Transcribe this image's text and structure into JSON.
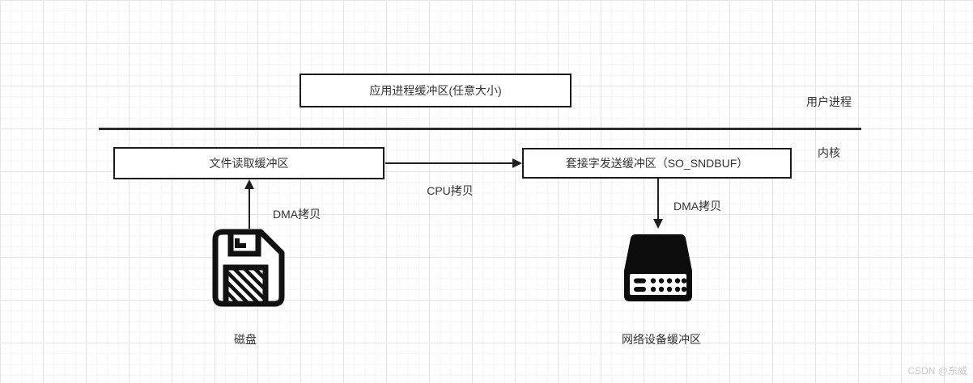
{
  "diagram": {
    "region_labels": {
      "user_space": "用户进程",
      "kernel": "内核"
    },
    "boxes": {
      "app_buffer": "应用进程缓冲区(任意大小)",
      "file_read_buffer": "文件读取缓冲区",
      "socket_send_buffer": "套接字发送缓冲区（SO_SNDBUF）"
    },
    "arrows": {
      "cpu_copy": "CPU拷贝",
      "dma_copy_disk": "DMA拷贝",
      "dma_copy_nic": "DMA拷贝"
    },
    "icon_captions": {
      "disk": "磁盘",
      "network_device": "网络设备缓冲区"
    },
    "icons": {
      "disk": "floppy-disk-icon",
      "network_device": "network-device-icon"
    },
    "colors": {
      "border": "#1a1a1a",
      "text": "#333333",
      "line": "#1f1f1f",
      "divider": "#2b2b2b",
      "grid_minor": "#f3f3f3",
      "grid_major": "#e4e4e4",
      "background": "#ffffff",
      "watermark": "#c9c9c9"
    }
  },
  "watermark": "CSDN @东威"
}
